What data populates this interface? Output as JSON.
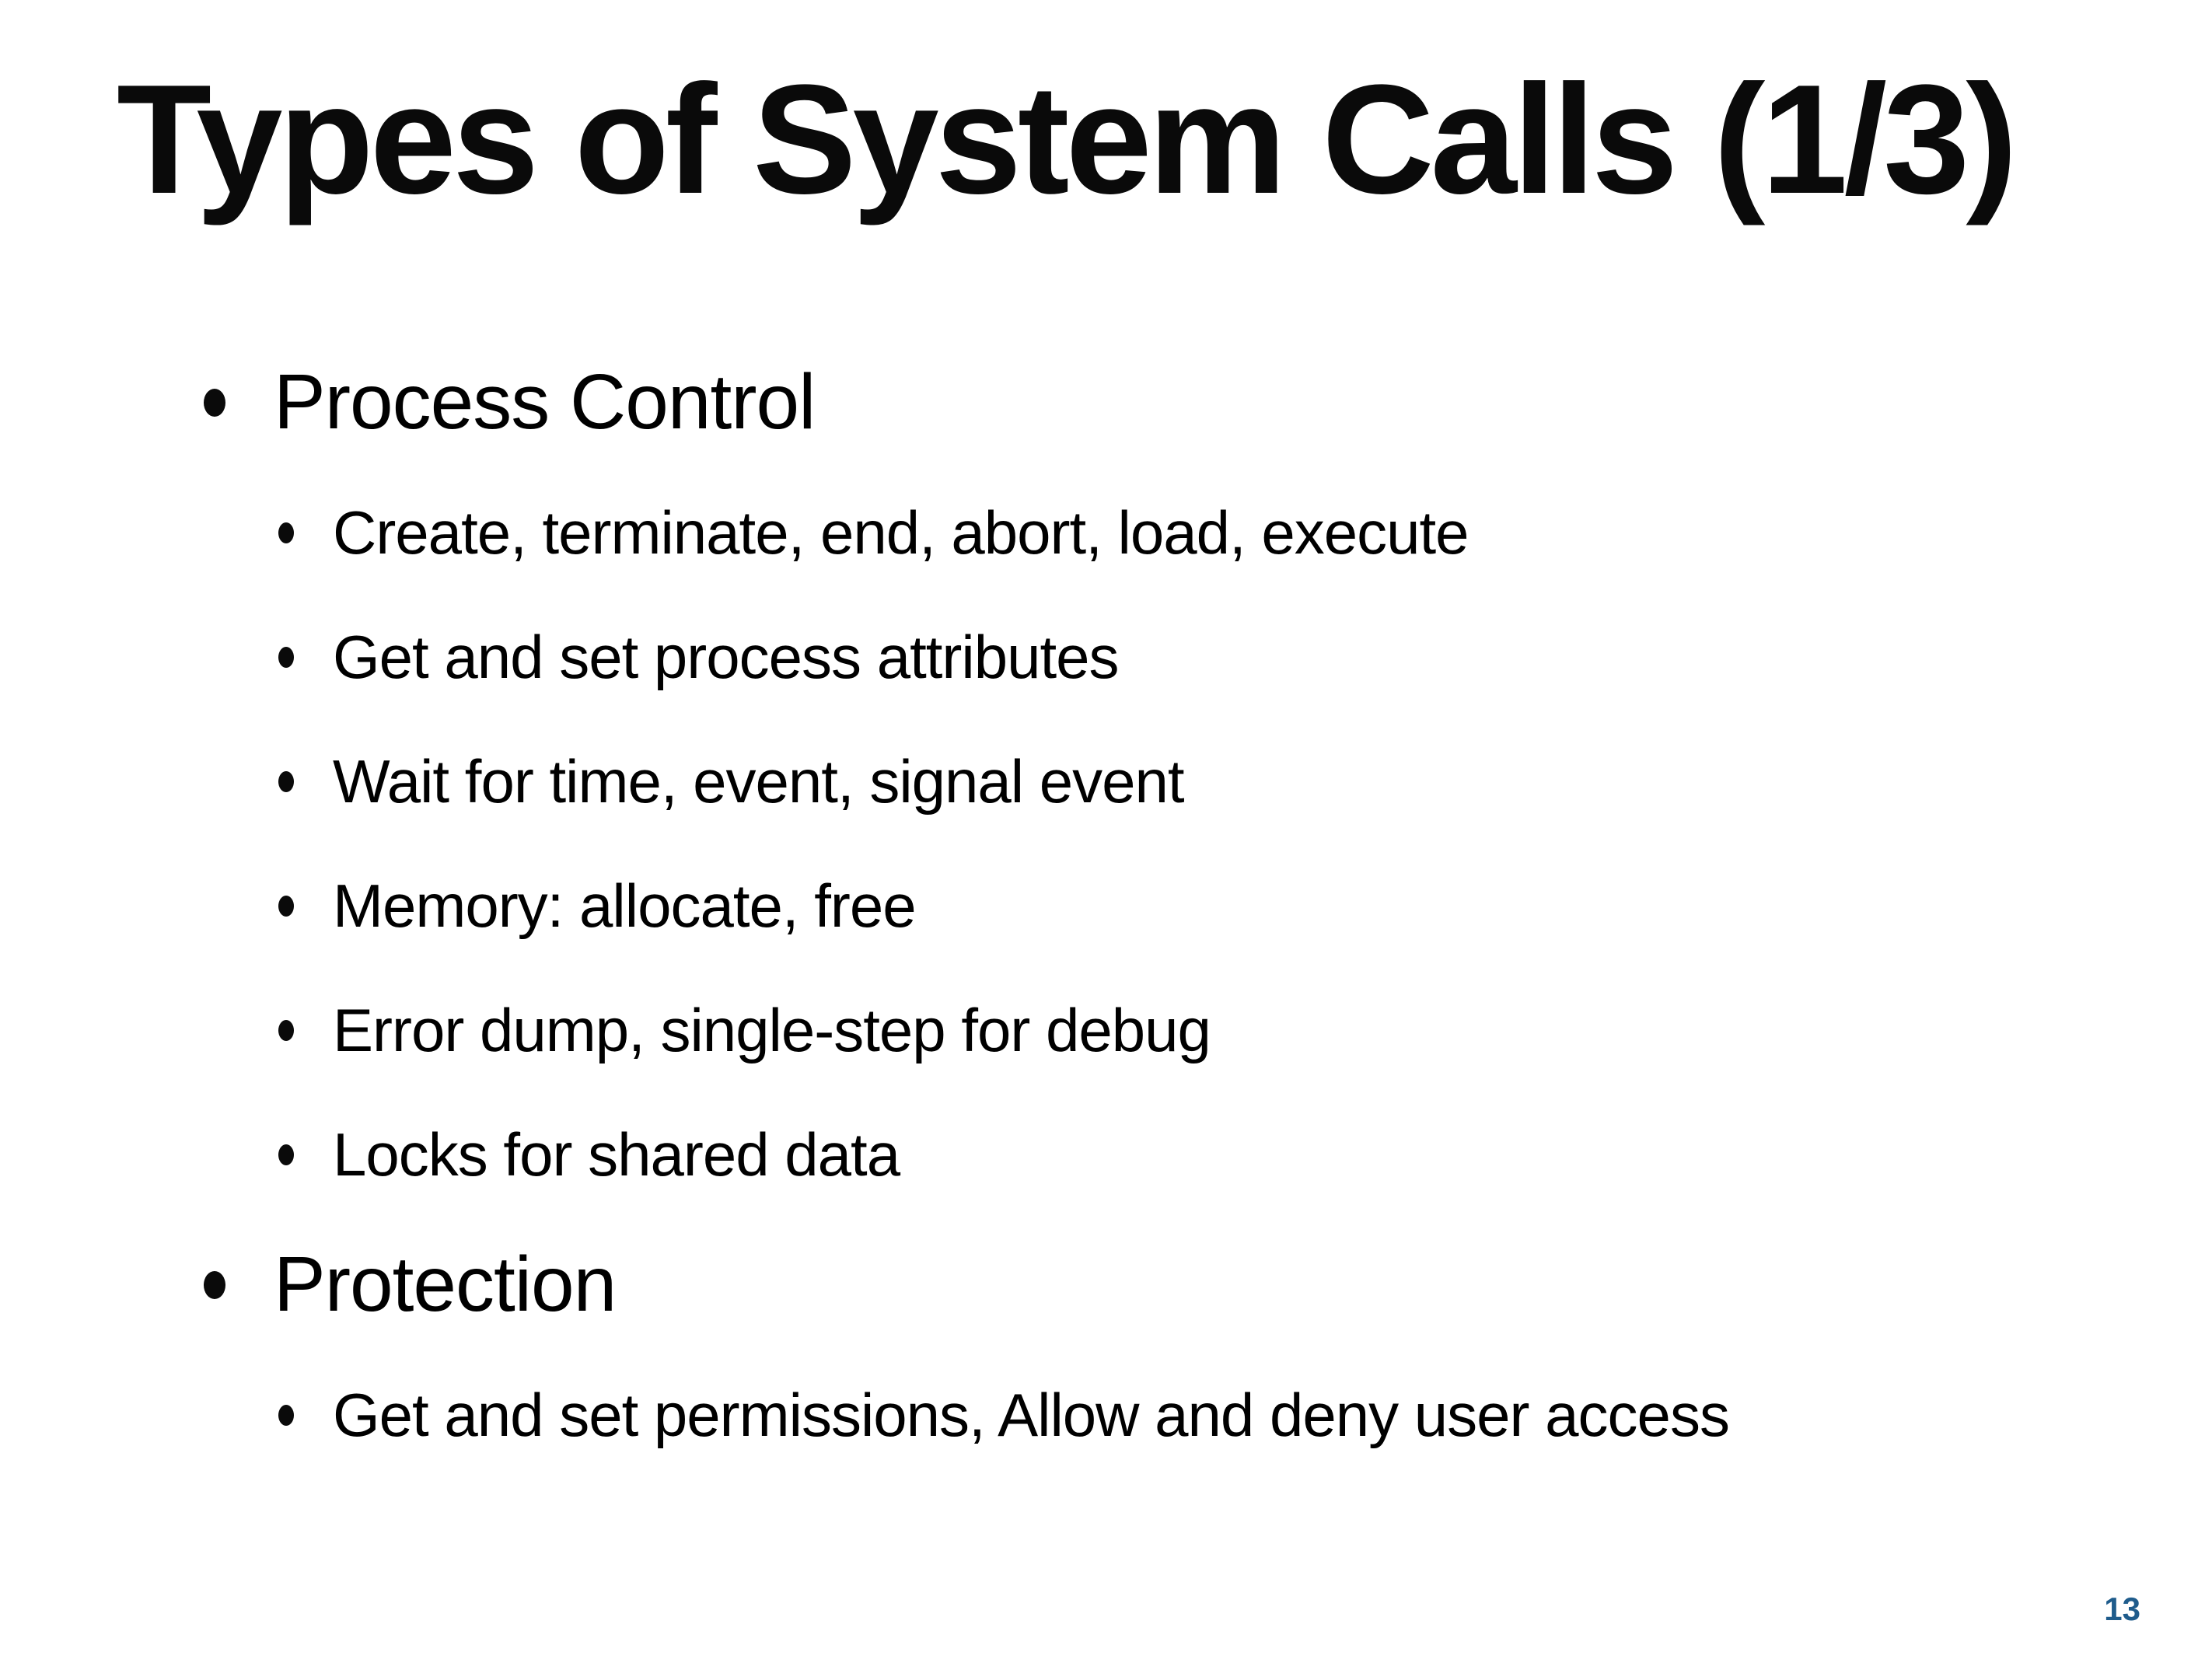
{
  "slide": {
    "title": "Types of System Calls (1/3)",
    "page_number": "13",
    "accent_color": "#1f5c8c",
    "sections": [
      {
        "label": "Process Control",
        "items": [
          "Create, terminate, end, abort, load, execute",
          "Get and set process attributes",
          "Wait for time, event, signal event",
          "Memory: allocate, free",
          "Error dump, single-step for debug",
          "Locks for shared data"
        ]
      },
      {
        "label": "Protection",
        "items": [
          "Get and set permissions, Allow and deny user access"
        ]
      }
    ]
  }
}
